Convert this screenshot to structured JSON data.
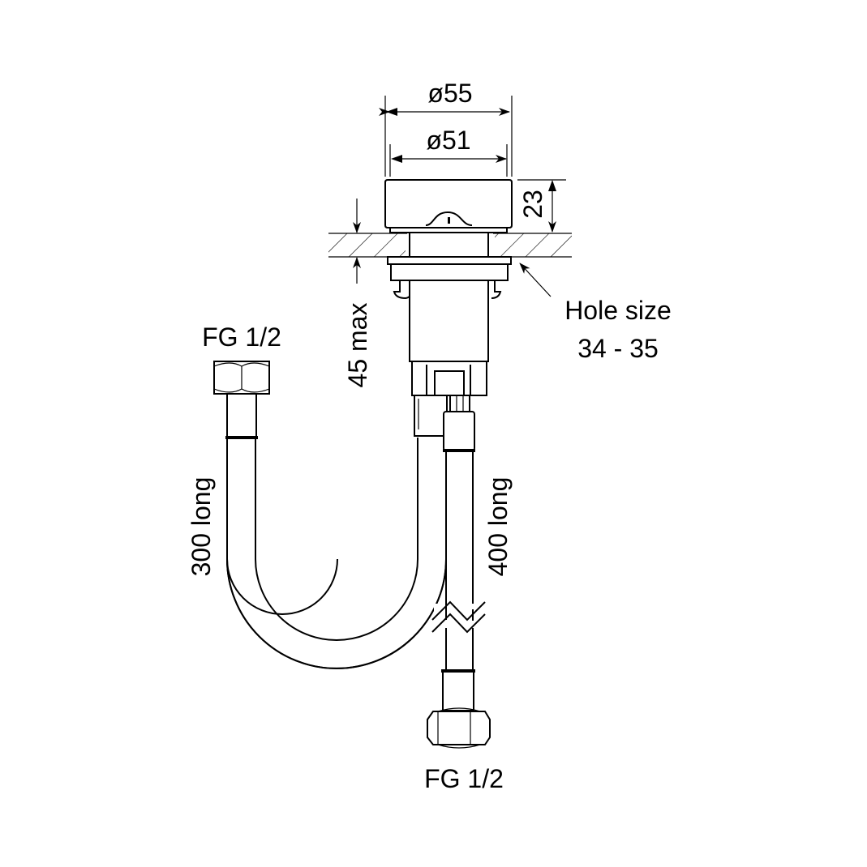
{
  "diagram": {
    "type": "technical-drawing",
    "subject": "Deck-mounted control with flexible connection hoses",
    "colors": {
      "line": "#000000",
      "background": "#ffffff"
    },
    "dimensions": {
      "outer_diameter": "ø55",
      "inner_diameter": "ø51",
      "head_height": "23",
      "deck_thickness": "45 max",
      "hole_size_line1": "Hole size",
      "hole_size_line2": "34 - 35"
    },
    "hoses": {
      "left_connector": "FG 1/2",
      "left_length": "300 long",
      "right_connector": "FG 1/2",
      "right_length": "400 long"
    }
  }
}
